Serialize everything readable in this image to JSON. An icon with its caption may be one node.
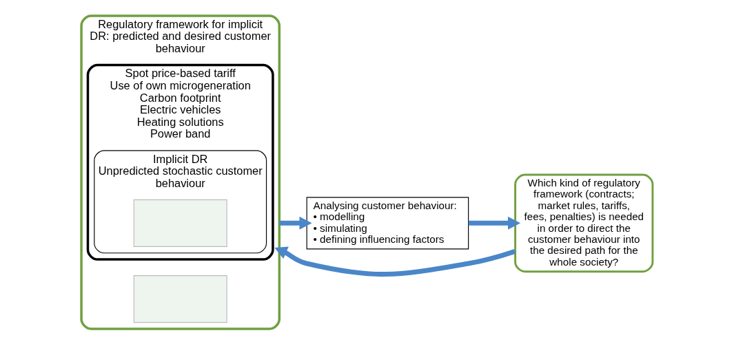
{
  "diagram": {
    "nodes": [
      {
        "text": [
          "Regulatory framework for implicit DR: predicted and desired customer behaviour"
        ]
      },
      {
        "text": [],
        "shape": "box",
        "in": 0
      },
      {
        "text": [
          "Spot price-based tariff",
          "Use of own microgeneration",
          "Carbon footprint",
          "Electric vehicles",
          "Heating solutions",
          "Power band"
        ],
        "in": 0
      },
      {
        "text": [
          "Implicit DR",
          "Unpredicted stochastic customer behaviour"
        ],
        "in": 2
      },
      {
        "text": [],
        "shape": "box",
        "in": 3
      },
      {
        "text": [
          "Analysing customer behaviour:",
          "• modelling",
          "• simulating",
          "• defining influencing factors"
        ]
      },
      {
        "text": [
          "Which kind of regulatory framework (contracts; market rules, tariffs, fees, penalties) is needed in order to direct the customer behaviour into the desired path for the whole society?"
        ]
      }
    ],
    "edges": [
      {
        "from": 0,
        "to": 5,
        "arrow": "to"
      },
      {
        "from": 5,
        "to": 6,
        "arrow": "to"
      },
      {
        "from": 6,
        "to": 0,
        "arrow": "to"
      }
    ]
  }
}
